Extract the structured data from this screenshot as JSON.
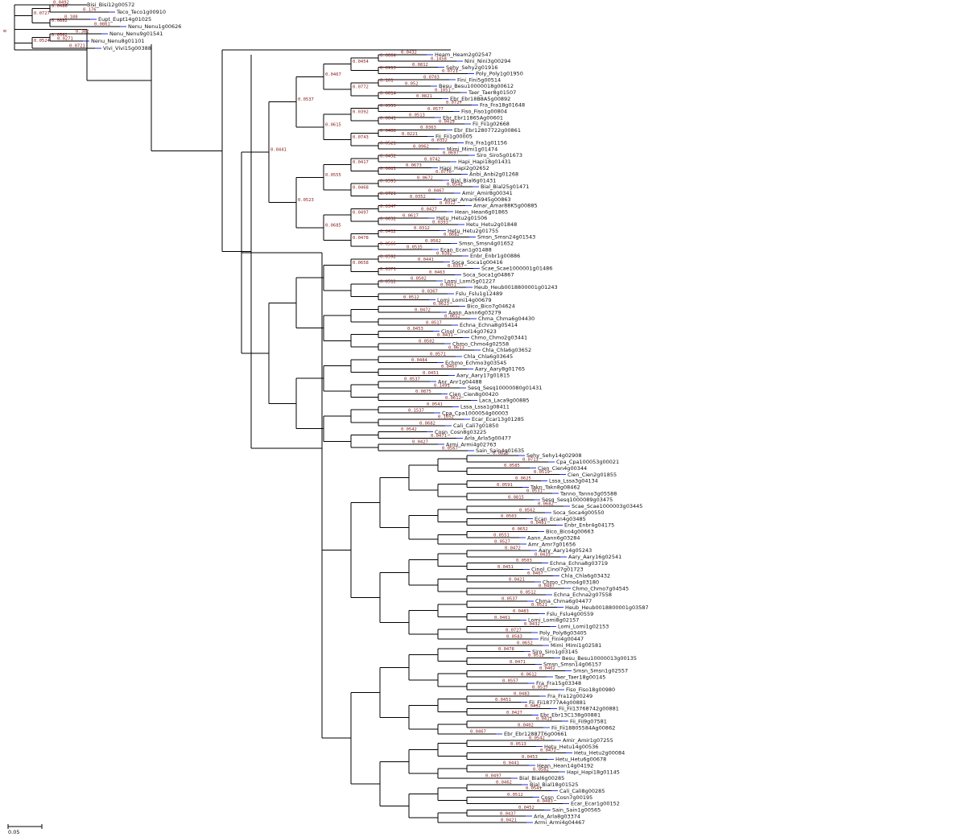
{
  "tree": {
    "root_label": "0",
    "scale_bar": {
      "label": "0.05"
    },
    "clades": [
      {
        "leaves": [
          [
            "Bisi_Bisi12g00572",
            "0.0492"
          ],
          [
            "Teco_Teco1g00910",
            "0.176"
          ],
          [
            "Eupt_Eupt14g01025",
            "0.188"
          ],
          [
            "Nenu_Nenu1g00626",
            "0.0861"
          ],
          [
            "Nenu_Nenu9g01541",
            "0.382"
          ],
          [
            "Nenu_Nenu8g01101",
            "0.0271"
          ],
          [
            "Vivi_Vivi15g00388",
            "0.0721"
          ]
        ]
      },
      {
        "leaves": [
          [
            "Heam_Heam2g02547",
            "0.0432"
          ],
          [
            "Nini_Nini3g00294",
            "0.1458"
          ],
          [
            "Sehy_Sehy2g01916",
            "0.0812"
          ],
          [
            "Poly_Poly1g01950",
            "0.0721"
          ],
          [
            "Fini_Fini5g00514",
            "0.0703"
          ],
          [
            "Besu_Besu10000018g00612",
            "0.052"
          ],
          [
            "Taer_Taer8g01507",
            "0.1051"
          ],
          [
            "Ebr_Ebr18B8A5g00892",
            "0.0821"
          ],
          [
            "Fra_Fra18g01648",
            "0.0727"
          ],
          [
            "Fiso_Fiso1g00804",
            "0.0577"
          ],
          [
            "Ebr_Ebr11865Ag00601",
            "0.0513"
          ],
          [
            "Fii_Fii1g02668",
            "0.0419"
          ],
          [
            "Ebr_Ebr12807722g00861",
            "0.0363"
          ],
          [
            "Fii_Fii1g00005",
            "0.0221"
          ],
          [
            "Fra_Fra1g01156",
            "0.0322"
          ],
          [
            "Mimi_Mimi1g01474",
            "0.0962"
          ],
          [
            "Siro_Siro5g01673",
            "0.0697"
          ],
          [
            "Hapi_Hapi18g01431",
            "0.0742"
          ],
          [
            "Hapi_Hapi2g02652",
            "0.0673"
          ],
          [
            "Anbi_Anbi2g01268",
            "0.0776"
          ],
          [
            "Bial_Bial6g01431",
            "0.0672"
          ],
          [
            "Bial_Bial25g01471",
            "0.0542"
          ],
          [
            "Amir_Amir8g00341",
            "0.0467"
          ],
          [
            "Amar_Amar66945g00863",
            "0.0352"
          ],
          [
            "Amar_Amar88K5g00885",
            "0.0312"
          ],
          [
            "Hean_Hean6g01865",
            "0.0427"
          ],
          [
            "Hetu_Hetu2g01506",
            "0.0617"
          ],
          [
            "Hetu_Hetu2g01848",
            "0.0393"
          ],
          [
            "Hetu_Hetu2g01755",
            "0.0312"
          ],
          [
            "Smsn_Smsn24g01543",
            "0.0682"
          ],
          [
            "Smsn_Smsn4g01652",
            "0.0562"
          ],
          [
            "Ecan_Ecan1g01488",
            "0.0535"
          ],
          [
            "Enbr_Enbr1g00886",
            "0.0382"
          ],
          [
            "Soca_Soca1g00416",
            "0.0441"
          ],
          [
            "Scae_Scae1000001g01486",
            "0.0357"
          ],
          [
            "Soca_Soca1g04867",
            "0.0463"
          ],
          [
            "Lomi_Lomi5g01227",
            "0.0502"
          ],
          [
            "Heub_Heub0018800001g01243",
            "0.0451"
          ],
          [
            "Fslu_Fslu1g12489",
            "0.0367"
          ],
          [
            "Lomi_Lomi14g00679",
            "0.0512"
          ],
          [
            "Bico_Bico7g04624",
            "0.0623"
          ],
          [
            "Aann_Aann6g03279",
            "0.0472"
          ],
          [
            "Chma_Chma6g04430",
            "0.0652"
          ],
          [
            "Echna_Echna8g05414",
            "0.0517"
          ],
          [
            "Cinol_Cinol14g07623",
            "0.0453"
          ],
          [
            "Chmo_Chmo2g03441",
            "0.0431"
          ],
          [
            "Chmo_Chmo4g02558",
            "0.0502"
          ],
          [
            "Chla_Chla6g03652",
            "0.0613"
          ],
          [
            "Chla_Chla6g03645",
            "0.0571"
          ],
          [
            "Echmo_Echmo3g03545",
            "0.0484"
          ],
          [
            "Aary_Aary8g01765",
            "0.0467"
          ],
          [
            "Aary_Aary17g01815",
            "0.0451"
          ],
          [
            "Anr_Anr1g04488",
            "0.0537"
          ],
          [
            "Sesq_Sesq10000080g01431",
            "0.1491"
          ],
          [
            "Cien_Cien8g00420",
            "0.0875"
          ],
          [
            "Laca_Laca9g00885",
            "0.0612"
          ],
          [
            "Lssa_Lssa1g08411",
            "0.0541"
          ],
          [
            "Cpa_Cpa1000054g00003",
            "0.1537"
          ],
          [
            "Ecar_Ecar13g01285",
            "0.1052"
          ],
          [
            "Cali_Cali7g01850",
            "0.0682"
          ],
          [
            "Cosn_Cosn8g03225",
            "0.0542"
          ],
          [
            "Arla_Arla5g00477",
            "0.0471"
          ],
          [
            "Armi_Armi4g02763",
            "0.0427"
          ],
          [
            "Sain_Sain4g01635",
            "0.0567"
          ]
        ]
      },
      {
        "leaves": [
          [
            "Sehy_Sehy14g02908",
            "0.0825"
          ],
          [
            "Cpa_Cpa100053g00021",
            "0.0713"
          ],
          [
            "Cien_Cien4g00344",
            "0.0585"
          ],
          [
            "Cien_Cien2g01855",
            "0.0519"
          ],
          [
            "Lssa_Lssa3g04134",
            "0.0625"
          ],
          [
            "Takn_Takn8g08462",
            "0.0591"
          ],
          [
            "Tanno_Tanno3g05588",
            "0.0531"
          ],
          [
            "Sesq_Sesq1000089g03475",
            "0.0815"
          ],
          [
            "Scae_Scae1000003g03445",
            "0.0682"
          ],
          [
            "Soca_Soca4g00550",
            "0.0562"
          ],
          [
            "Ecan_Ecan4g03485",
            "0.0503"
          ],
          [
            "Enbr_Enbr4g04175",
            "0.0481"
          ],
          [
            "Bico_Bico4g00663",
            "0.0652"
          ],
          [
            "Aann_Aann6g03284",
            "0.0551"
          ],
          [
            "Amr_Amr7g01656",
            "0.0527"
          ],
          [
            "Aary_Aary14g05243",
            "0.0472"
          ],
          [
            "Aary_Aary16g02541",
            "0.0433"
          ],
          [
            "Echna_Echna8g03719",
            "0.0503"
          ],
          [
            "Cinol_Cinol7g01723",
            "0.0451"
          ],
          [
            "Chla_Chla6g03432",
            "0.0467"
          ],
          [
            "Chmo_Chmo4g03180",
            "0.0421"
          ],
          [
            "Chmo_Chmo7g04545",
            "0.0487"
          ],
          [
            "Echna_Echna2g07558",
            "0.0512"
          ],
          [
            "Chma_Chma6g04477",
            "0.0537"
          ],
          [
            "Heub_Heub0018800001g03587",
            "0.0521"
          ],
          [
            "Fslu_Fslu4g00559",
            "0.0483"
          ],
          [
            "Lomi_Lomi8g02157",
            "0.0461"
          ],
          [
            "Lomi_Lomi1g02153",
            "0.0432"
          ],
          [
            "Poly_Poly8g03405",
            "0.0727"
          ],
          [
            "Fini_Fini4g00447",
            "0.0583"
          ],
          [
            "Mimi_Mimi1g02581",
            "0.0652"
          ],
          [
            "Siro_Siro1g03145",
            "0.0478"
          ],
          [
            "Besu_Besu10000013g00135",
            "0.0512"
          ],
          [
            "Smsn_Smsn14g06157",
            "0.0471"
          ],
          [
            "Smsn_Smsn1g02557",
            "0.0462"
          ],
          [
            "Taer_Taer18g00145",
            "0.0612"
          ],
          [
            "Fra_Fra15g03348",
            "0.0557"
          ],
          [
            "Fiso_Fiso18g00980",
            "0.0517"
          ],
          [
            "Fra_Fra12g00249",
            "0.0483"
          ],
          [
            "Fii_Fii18777A4g00881",
            "0.0451"
          ],
          [
            "Fii_Fii13768742g00881",
            "0.0432"
          ],
          [
            "Ebr_Ebr13C138g00881",
            "0.0427"
          ],
          [
            "Fii_Fii9g07581",
            "0.0411"
          ],
          [
            "Fii_Fii18805584Ag00862",
            "0.0402"
          ],
          [
            "Ebr_Ebr12887T6g00661",
            "0.0467"
          ],
          [
            "Amir_Amir1g07255",
            "0.0542"
          ],
          [
            "Hetu_Hetu14g00536",
            "0.0513"
          ],
          [
            "Hetu_Hetu2g00084",
            "0.0472"
          ],
          [
            "Hetu_Hetu6g00678",
            "0.0453"
          ],
          [
            "Hean_Hean14g04192",
            "0.0441"
          ],
          [
            "Hapi_Hapi18g01145",
            "0.0582"
          ],
          [
            "Bial_Bial6g00285",
            "0.0497"
          ],
          [
            "Bial_Bial18g01525",
            "0.0462"
          ],
          [
            "Cali_Cali8g00285",
            "0.0541"
          ],
          [
            "Cosn_Cosn7g00195",
            "0.0512"
          ],
          [
            "Ecar_Ecar1g00152",
            "0.0483"
          ],
          [
            "Sain_Sain1g00565",
            "0.0452"
          ],
          [
            "Arla_Arla8g03374",
            "0.0437"
          ],
          [
            "Armi_Armi4g04467",
            "0.0421"
          ]
        ]
      }
    ],
    "internal_labels": [
      "0.0486",
      "0.0882",
      "0.0727",
      "0.0562",
      "0.0524",
      "0.0664",
      "0.0913",
      "0.0454",
      "0.101",
      "0.0614",
      "0.0772",
      "0.0467",
      "0.0553",
      "0.0641",
      "0.0392",
      "0.0488",
      "0.0521",
      "0.0743",
      "0.0615",
      "0.0537",
      "0.0452",
      "0.0681",
      "0.0417",
      "0.0593",
      "0.0721",
      "0.0468",
      "0.0555",
      "0.0347",
      "0.0632",
      "0.0497",
      "0.0412",
      "0.0566",
      "0.0478",
      "0.0685",
      "0.0523",
      "0.0441",
      "0.0592",
      "0.0371",
      "0.0658",
      "0.0512"
    ]
  }
}
